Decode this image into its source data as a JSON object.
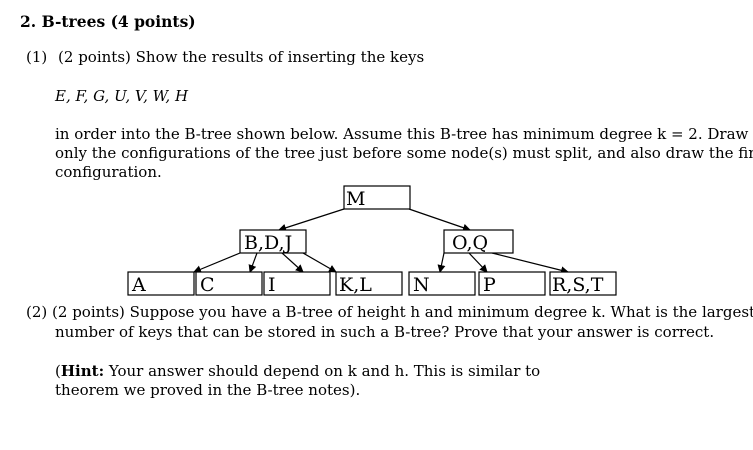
{
  "section": {
    "heading": "2. B-trees (4 points)"
  },
  "part1": {
    "number": "(1)",
    "points": "(2 points)",
    "text": "Show the results of inserting the keys",
    "keys": "E, F, G, U, V, W, H",
    "desc_line1": "in order into the B-tree shown below. Assume this B-tree has minimum degree k = 2. Draw",
    "desc_line2": "only the configurations of the tree just before some node(s) must split, and also draw the final",
    "desc_line3": "configuration."
  },
  "tree": {
    "root": "M",
    "level1": [
      "B,D,J",
      "O,Q"
    ],
    "leaves": [
      "A",
      "C",
      "I",
      "K,L",
      "N",
      "P",
      "R,S,T"
    ]
  },
  "part2": {
    "number": "(2)",
    "points": "(2 points)",
    "line1": "Suppose you have a B-tree of height h and minimum degree k. What is the largest",
    "line2": "number of keys that can be stored in such a B-tree? Prove that your answer is correct.",
    "hint_label": "Hint:",
    "hint_open": "(",
    "hint_line1": "Your answer should depend on k and h. This is similar to",
    "hint_line2": "theorem we proved in the B-tree notes)."
  }
}
